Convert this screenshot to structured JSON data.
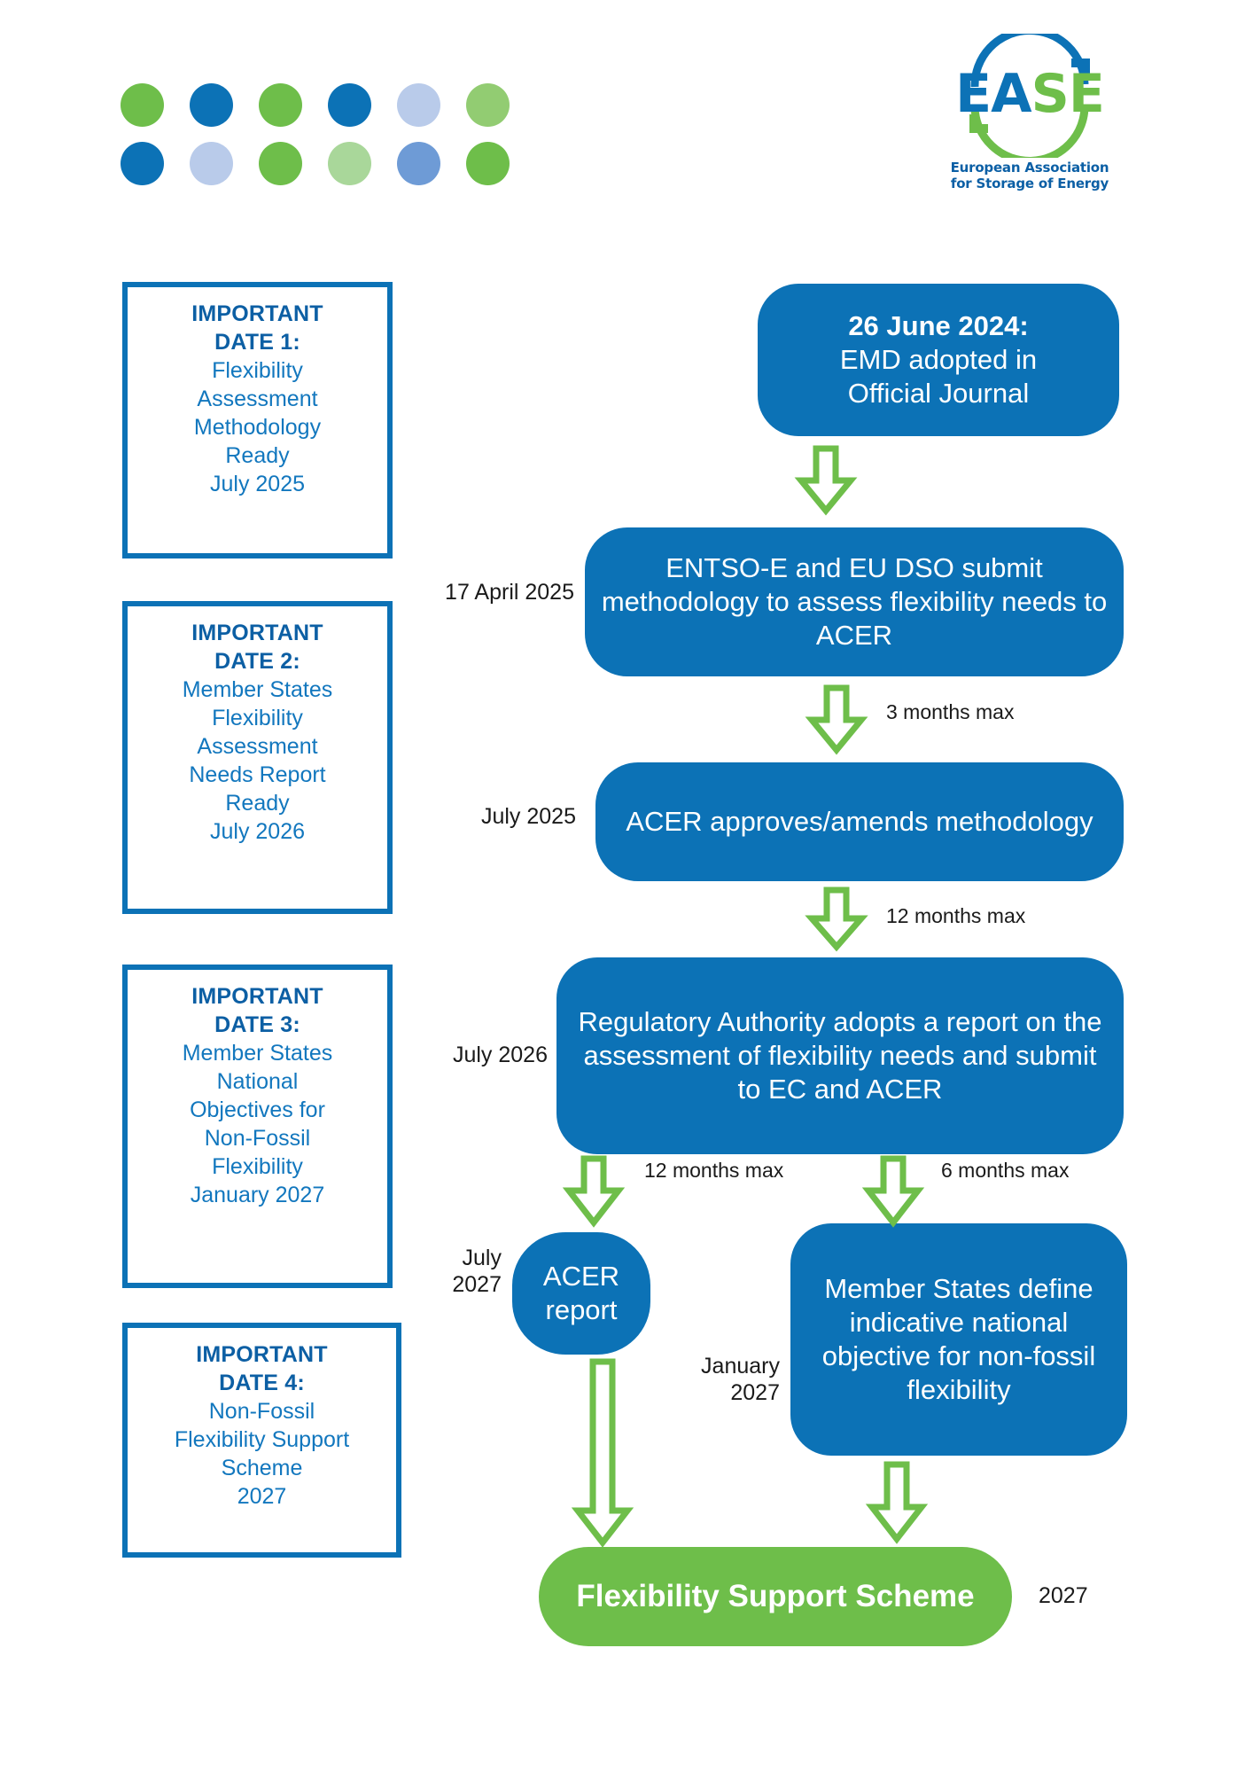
{
  "decor": {
    "dot_grid": {
      "name": "dot-grid",
      "rows": [
        [
          "#6EBE4A",
          "#0C72B6",
          "#6EBE4A",
          "#0C72B6",
          "#B9CBEA",
          "#92CC72"
        ],
        [
          "#0C72B6",
          "#B9CBEA",
          "#6EBE4A",
          "#A9D79A",
          "#6E9BD6",
          "#6EBE4A"
        ]
      ]
    }
  },
  "logo": {
    "name": "ease-logo",
    "wordmark": "EASE",
    "tagline_line1": "European Association",
    "tagline_line2": "for Storage of Energy",
    "blue": "#0C72B6",
    "green": "#6EBE4A",
    "text_blue": "#0B5FA5"
  },
  "colors": {
    "brand_blue": "#0C72B6",
    "brand_green": "#6EBE4A",
    "title_blue": "#0C5FA4",
    "body_blue": "#1277BE",
    "label_black": "#1a1a1a"
  },
  "date_boxes": [
    {
      "title_line1": "IMPORTANT",
      "title_line2": "DATE 1:",
      "body": "Flexibility\nAssessment\nMethodology\nReady\nJuly 2025"
    },
    {
      "title_line1": "IMPORTANT",
      "title_line2": "DATE 2:",
      "body": "Member States\nFlexibility\nAssessment\nNeeds Report\nReady\nJuly 2026"
    },
    {
      "title_line1": "IMPORTANT",
      "title_line2": "DATE 3:",
      "body": "Member States\nNational\nObjectives for\nNon-Fossil\nFlexibility\nJanuary 2027"
    },
    {
      "title_line1": "IMPORTANT",
      "title_line2": "DATE 4:",
      "body": "Non-Fossil\nFlexibility Support\nScheme\n2027"
    }
  ],
  "flow": {
    "nodes": {
      "emd_date": "26 June 2024:",
      "emd_text": "EMD adopted in\nOfficial Journal",
      "entsoe": "ENTSO-E and EU DSO submit methodology to assess flexibility needs to ACER",
      "acer_approves": "ACER approves/amends methodology",
      "regulatory_authority": "Regulatory Authority adopts a report on the assessment of flexibility needs and submit to EC and ACER",
      "acer_report": "ACER report",
      "member_states": "Member States define indicative national objective for non-fossil flexibility",
      "flexibility_support_scheme": "Flexibility Support Scheme"
    },
    "side_labels": {
      "entsoe_date": "17 April 2025",
      "acer_approves_date": "July 2025",
      "reg_authority_date": "July 2026",
      "acer_report_date": "July\n2027",
      "member_states_date": "January\n2027",
      "fss_date": "2027"
    },
    "durations": {
      "after_entsoe": "3 months max",
      "after_acer_approves": "12 months max",
      "reg_to_acer_report": "12 months max",
      "reg_to_member_states": "6 months max"
    }
  }
}
